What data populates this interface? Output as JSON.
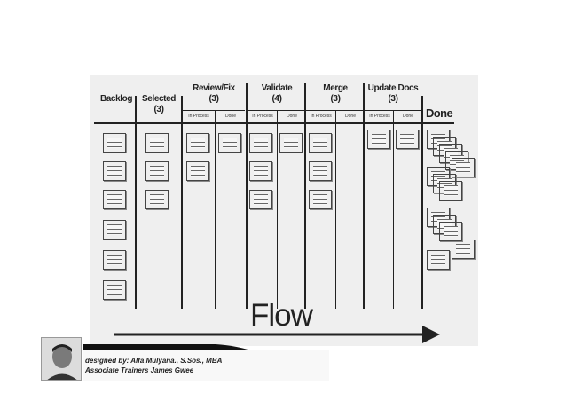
{
  "board": {
    "columns": [
      {
        "key": "backlog",
        "title": "Backlog",
        "wip": ""
      },
      {
        "key": "selected",
        "title": "Selected",
        "wip": "(3)"
      },
      {
        "key": "review",
        "title": "Review/Fix",
        "wip": "(3)"
      },
      {
        "key": "validate",
        "title": "Validate",
        "wip": "(4)"
      },
      {
        "key": "merge",
        "title": "Merge",
        "wip": "(3)"
      },
      {
        "key": "update_docs",
        "title": "Update Docs",
        "wip": "(3)"
      },
      {
        "key": "done",
        "title": "Done",
        "wip": ""
      }
    ],
    "sub_labels": {
      "in_process": "In Process",
      "done": "Done"
    }
  },
  "flow": {
    "label": "Flow"
  },
  "credit": {
    "designed_by": "designed by: Alfa Mulyana., S.Sos., MBA",
    "trainer": "Associate Trainers James Gwee"
  }
}
